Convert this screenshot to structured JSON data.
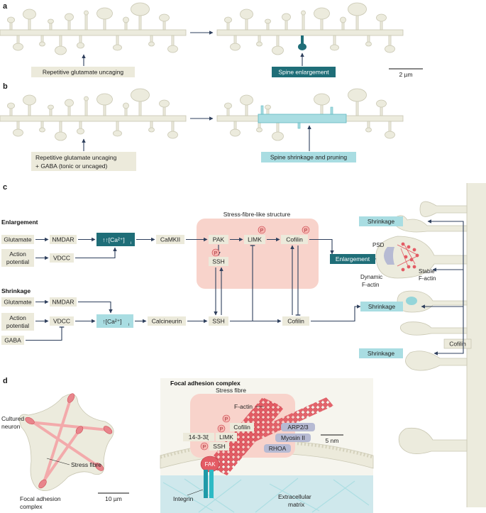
{
  "panels": {
    "a": "a",
    "b": "b",
    "c": "c",
    "d": "d"
  },
  "panel_a": {
    "stimulus": "Repetitive glutamate uncaging",
    "result": "Spine enlargement",
    "scale_bar": "2 µm"
  },
  "panel_b": {
    "stimulus_line1": "Repetitive glutamate uncaging",
    "stimulus_line2": "+ GABA (tonic or uncaged)",
    "result": "Spine shrinkage and pruning"
  },
  "panel_c": {
    "enlargement_title": "Enlargement",
    "shrinkage_title": "Shrinkage",
    "stress_fibre_title": "Stress-fibre-like structure",
    "nodes": {
      "glutamate": "Glutamate",
      "nmdar": "NMDAR",
      "ca_high": "↑↑[Ca²⁺]",
      "ca_low": "↑[Ca²⁺]",
      "ca_sub": "i",
      "camkii": "CaMKII",
      "action_potential_1": "Action",
      "action_potential_2": "potential",
      "vdcc": "VDCC",
      "pak": "PAK",
      "limk": "LIMK",
      "cofilin": "Cofilin",
      "ssh": "SSH",
      "calcineurin": "Calcineurin",
      "gaba": "GABA",
      "enlargement": "Enlargement",
      "shrinkage": "Shrinkage",
      "psd": "PSD",
      "dynamic_factin_1": "Dynamic",
      "dynamic_factin_2": "F-actin",
      "stable_factin_1": "Stable",
      "stable_factin_2": "F-actin",
      "phospho": "P"
    }
  },
  "panel_d": {
    "cultured_neuron_1": "Cultured",
    "cultured_neuron_2": "neuron",
    "stress_fibre": "Stress fibre",
    "focal_adhesion_1": "Focal adhesion",
    "focal_adhesion_2": "complex",
    "scale_bar_left": "10 µm",
    "complex_title": "Focal adhesion complex",
    "stress_fibre_label": "Stress fibre",
    "factin": "F-actin",
    "cofilin": "Cofilin",
    "limk": "LIMK",
    "ssh": "SSH",
    "protein_1433": "14-3-3ξ",
    "arp": "ARP2/3",
    "myosin": "Myosin II",
    "rhoa": "RHOA",
    "fak": "FAK",
    "integrin": "Integrin",
    "ecm_1": "Extracellular",
    "ecm_2": "matrix",
    "scale_bar_right": "5 nm",
    "phospho": "P"
  },
  "colors": {
    "dendrite": "#ecebdd",
    "dark_teal": "#1f6e78",
    "light_teal": "#a9dde2",
    "pink_box": "#f8d3cb",
    "arrow": "#2e3f5c",
    "actin": "#e35b64"
  }
}
